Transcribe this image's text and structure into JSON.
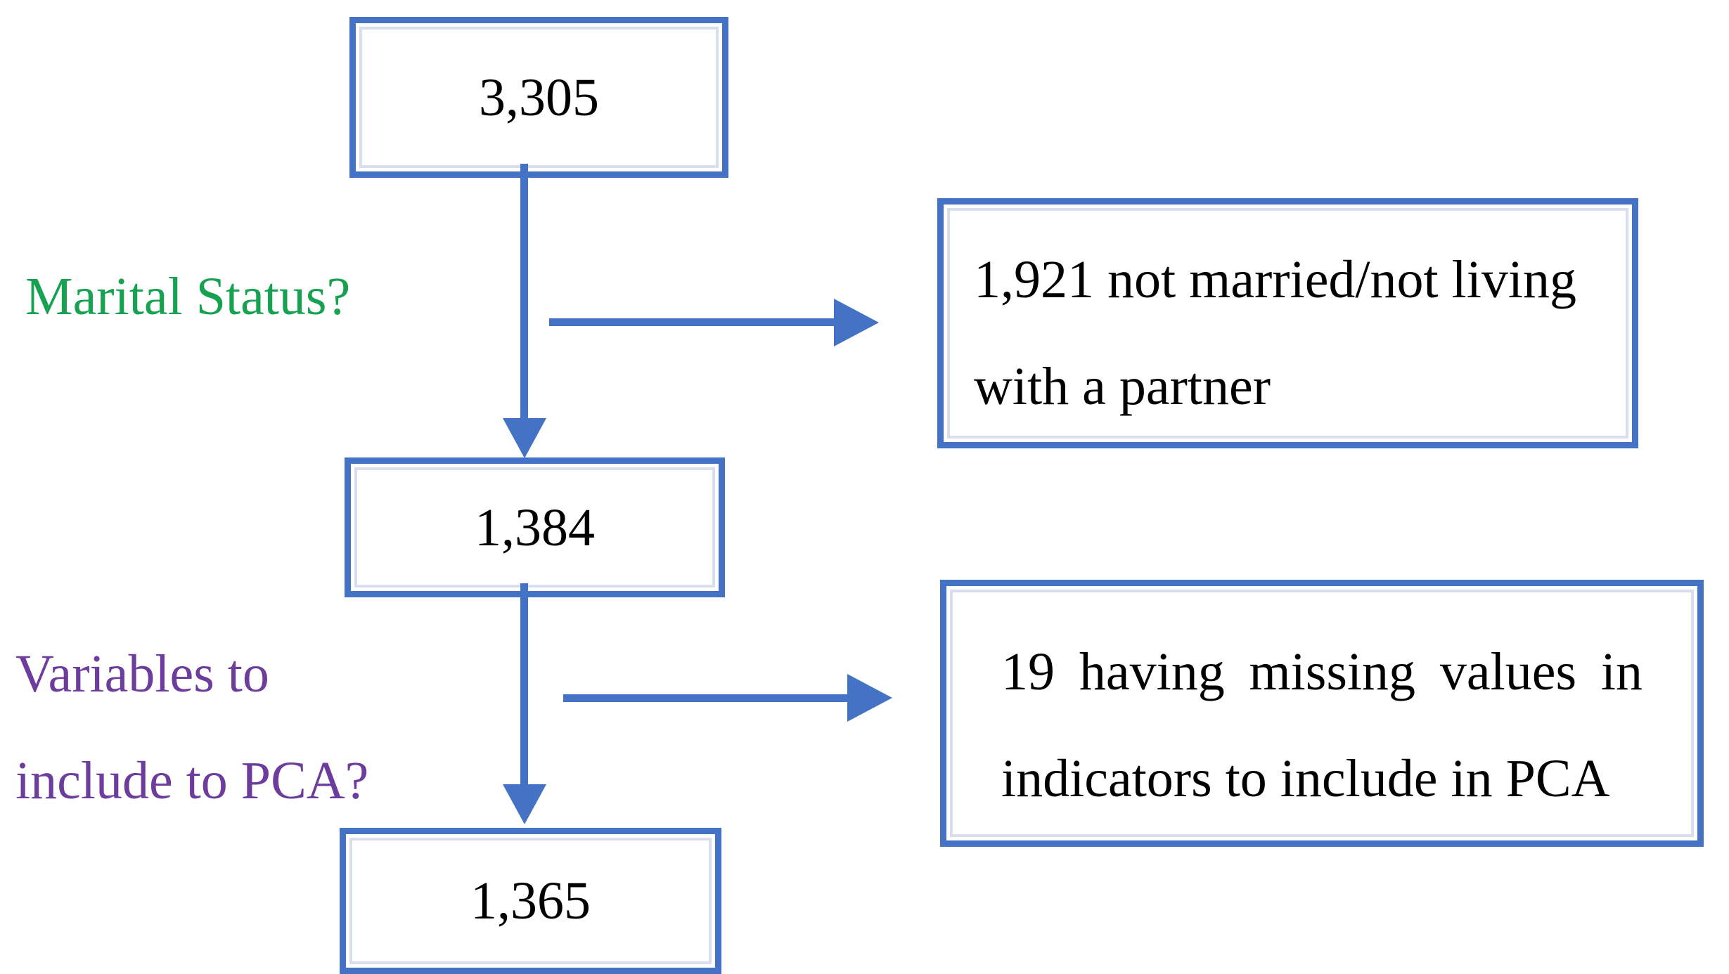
{
  "palette": {
    "border_and_arrows": "#4472c4",
    "marital_label": "#17a252",
    "pca_label": "#6c3d9d",
    "text": "#000000",
    "background": "#ffffff"
  },
  "flowchart": {
    "nodes": {
      "total": {
        "value": "3,305"
      },
      "after_marital": {
        "value": "1,384"
      },
      "final": {
        "value": "1,365"
      }
    },
    "labels": {
      "marital": {
        "text": "Marital Status?"
      },
      "pca": {
        "line1": "Variables to",
        "line2": "include to PCA?"
      }
    },
    "exclusions": {
      "marital": {
        "line1": "1,921 not married/not living",
        "line2": "with a partner"
      },
      "pca": {
        "line1": "19 having missing values in",
        "line2": "indicators to include in PCA"
      }
    }
  }
}
